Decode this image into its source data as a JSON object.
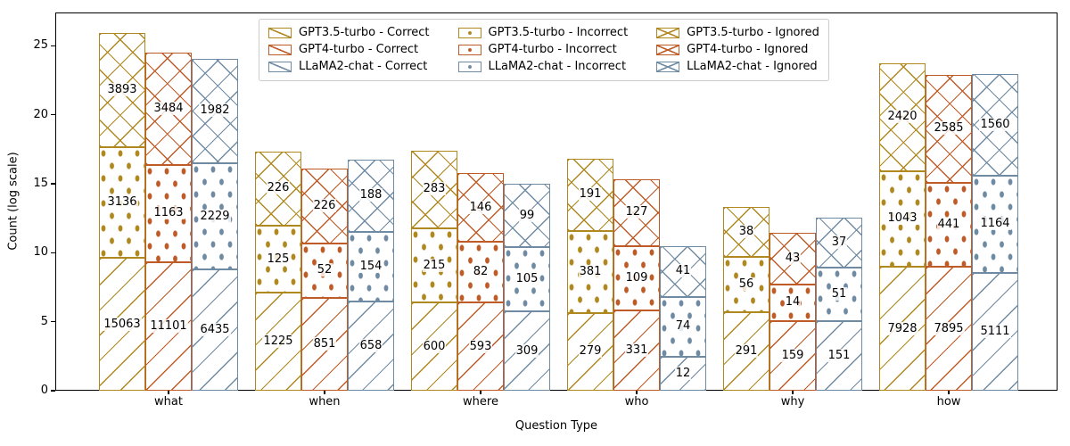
{
  "chart_data": {
    "type": "bar",
    "subtype": "grouped-stacked",
    "title": "",
    "xlabel": "Question Type",
    "ylabel": "Count (log scale)",
    "ylim": [
      0,
      27.4
    ],
    "yticks": [
      0,
      5,
      10,
      15,
      20,
      25
    ],
    "grid": false,
    "value_scale": "segment height equals natural log of value",
    "categories": [
      "what",
      "when",
      "where",
      "who",
      "why",
      "how"
    ],
    "models": [
      {
        "name": "GPT3.5-turbo",
        "color": "#b08820"
      },
      {
        "name": "GPT4-turbo",
        "color": "#bf5b27"
      },
      {
        "name": "LLaMA2-chat",
        "color": "#6f8ba3"
      }
    ],
    "stack_order": [
      "Correct",
      "Incorrect",
      "Ignored"
    ],
    "hatches": {
      "Correct": "/",
      "Incorrect": ".",
      "Ignored": "x"
    },
    "series": [
      {
        "model": "GPT3.5-turbo",
        "segment": "Correct",
        "values": [
          15063,
          1225,
          600,
          279,
          291,
          7928
        ]
      },
      {
        "model": "GPT3.5-turbo",
        "segment": "Incorrect",
        "values": [
          3136,
          125,
          215,
          381,
          56,
          1043
        ]
      },
      {
        "model": "GPT3.5-turbo",
        "segment": "Ignored",
        "values": [
          3893,
          226,
          283,
          191,
          38,
          2420
        ]
      },
      {
        "model": "GPT4-turbo",
        "segment": "Correct",
        "values": [
          11101,
          851,
          593,
          331,
          159,
          7895
        ]
      },
      {
        "model": "GPT4-turbo",
        "segment": "Incorrect",
        "values": [
          1163,
          52,
          82,
          109,
          14,
          441
        ]
      },
      {
        "model": "GPT4-turbo",
        "segment": "Ignored",
        "values": [
          3484,
          226,
          146,
          127,
          43,
          2585
        ]
      },
      {
        "model": "LLaMA2-chat",
        "segment": "Correct",
        "values": [
          6435,
          658,
          309,
          12,
          151,
          5111
        ]
      },
      {
        "model": "LLaMA2-chat",
        "segment": "Incorrect",
        "values": [
          2229,
          154,
          105,
          74,
          51,
          1164
        ]
      },
      {
        "model": "LLaMA2-chat",
        "segment": "Ignored",
        "values": [
          1982,
          188,
          99,
          41,
          37,
          1560
        ]
      }
    ],
    "legend": {
      "position": "upper center",
      "columns": 3,
      "entries": [
        {
          "label": "GPT3.5-turbo - Correct",
          "model": "GPT3.5-turbo",
          "segment": "Correct"
        },
        {
          "label": "GPT4-turbo - Correct",
          "model": "GPT4-turbo",
          "segment": "Correct"
        },
        {
          "label": "LLaMA2-chat - Correct",
          "model": "LLaMA2-chat",
          "segment": "Correct"
        },
        {
          "label": "GPT3.5-turbo - Incorrect",
          "model": "GPT3.5-turbo",
          "segment": "Incorrect"
        },
        {
          "label": "GPT4-turbo - Incorrect",
          "model": "GPT4-turbo",
          "segment": "Incorrect"
        },
        {
          "label": "LLaMA2-chat - Incorrect",
          "model": "LLaMA2-chat",
          "segment": "Incorrect"
        },
        {
          "label": "GPT3.5-turbo - Ignored",
          "model": "GPT3.5-turbo",
          "segment": "Ignored"
        },
        {
          "label": "GPT4-turbo - Ignored",
          "model": "GPT4-turbo",
          "segment": "Ignored"
        },
        {
          "label": "LLaMA2-chat - Ignored",
          "model": "LLaMA2-chat",
          "segment": "Ignored"
        }
      ]
    }
  }
}
